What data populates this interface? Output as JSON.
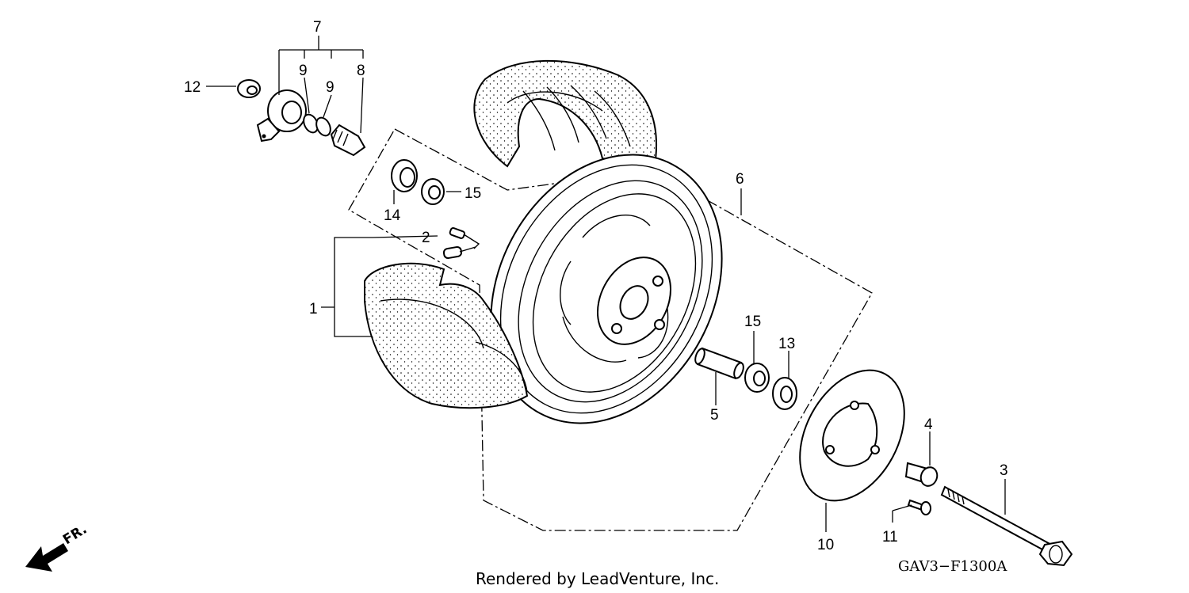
{
  "footer": {
    "rendered_by": "Rendered by LeadVenture, Inc.",
    "diagram_code": "GAV3−F1300A"
  },
  "direction": {
    "label": "FR."
  },
  "callouts": {
    "c1": "1",
    "c2": "2",
    "c3": "3",
    "c4": "4",
    "c5": "5",
    "c6": "6",
    "c7": "7",
    "c8": "8",
    "c9a": "9",
    "c9b": "9",
    "c10": "10",
    "c11": "11",
    "c12": "12",
    "c13": "13",
    "c14": "14",
    "c15a": "15",
    "c15b": "15"
  }
}
